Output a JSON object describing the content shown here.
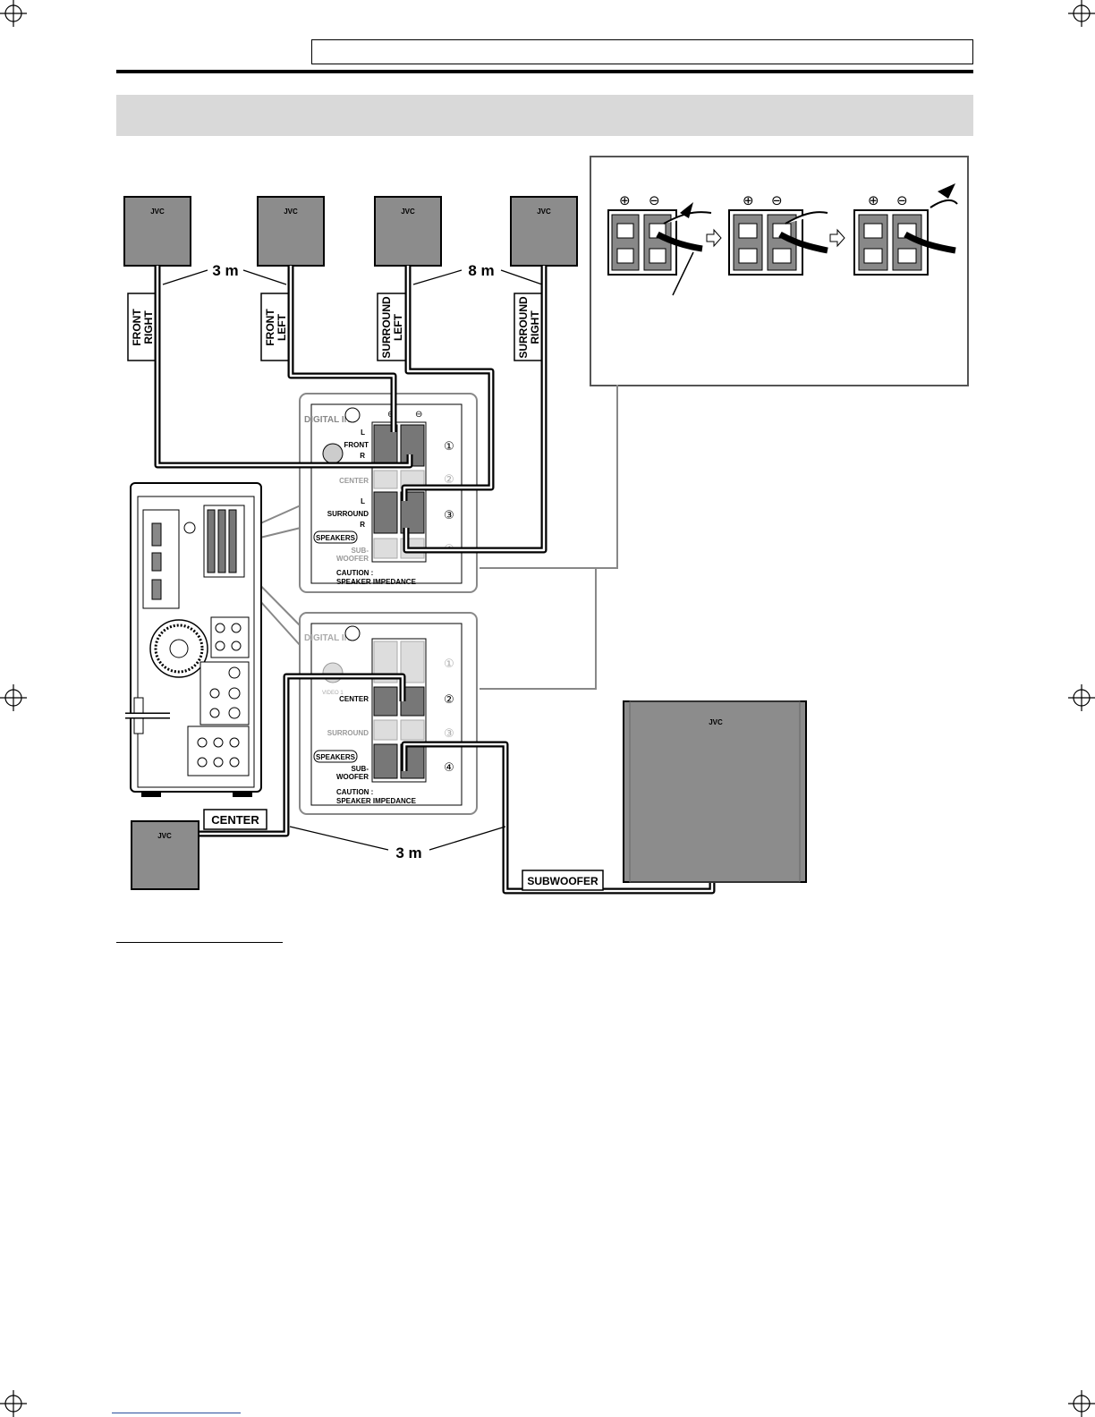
{
  "labels": {
    "front_right": [
      "FRONT",
      "RIGHT"
    ],
    "front_left": [
      "FRONT",
      "LEFT"
    ],
    "surround_left": [
      "SURROUND",
      "LEFT"
    ],
    "surround_right": [
      "SURROUND",
      "RIGHT"
    ],
    "center": "CENTER",
    "subwoofer": "SUBWOOFER",
    "dist_front": "3 m",
    "dist_surround": "8 m",
    "dist_bottom": "3 m",
    "brand": "JVC"
  },
  "terminal_panel_top": {
    "digital_in": "DIGITAL IN",
    "front": "FRONT",
    "l": "L",
    "r": "R",
    "center": "CENTER",
    "surround": "SURROUND",
    "speakers": "SPEAKERS",
    "sub_woofer": [
      "SUB-",
      "WOOFER"
    ],
    "caution": "CAUTION :",
    "impedance": "SPEAKER IMPEDANCE",
    "plus": "⊕",
    "minus": "⊖",
    "num1": "①",
    "num2": "②",
    "num3": "③",
    "num4": "④"
  },
  "terminal_panel_bottom": {
    "video": "VIDEO 1",
    "center": "CENTER",
    "surround": "SURROUND",
    "speakers": "SPEAKERS",
    "sub_woofer": [
      "SUB-",
      "WOOFER"
    ],
    "caution": "CAUTION :",
    "impedance": "SPEAKER IMPEDANCE"
  },
  "inset": {
    "plus": "⊕",
    "minus": "⊖"
  }
}
